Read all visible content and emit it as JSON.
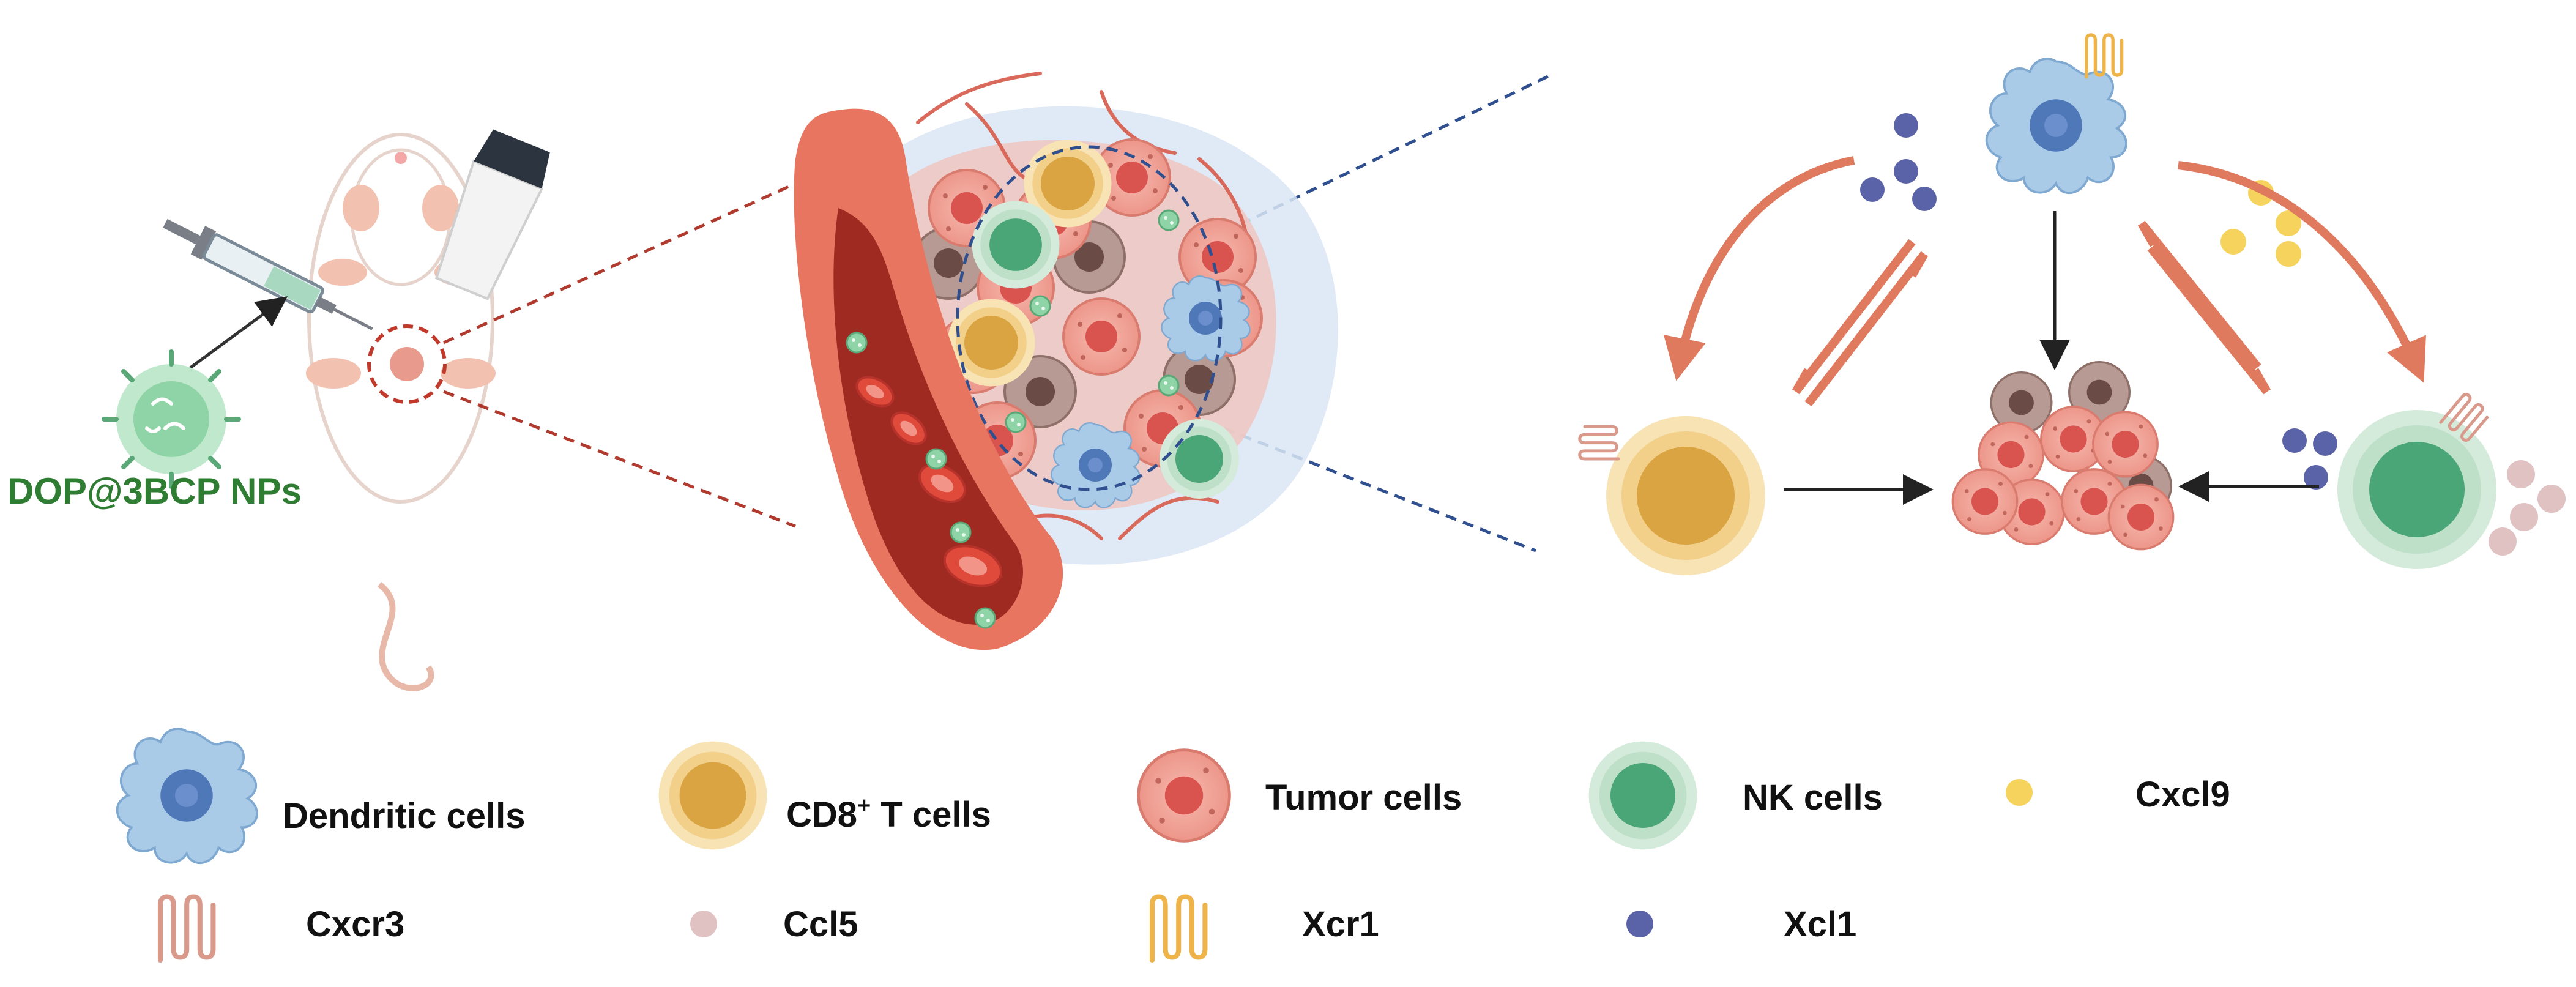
{
  "nanoparticle_label": "DOP@3BCP NPs",
  "legend": {
    "dendritic_cells": "Dendritic cells",
    "cd8_prefix": "CD8",
    "cd8_sup": "+",
    "cd8_suffix": " T cells",
    "tumor_cells": "Tumor cells",
    "nk_cells": "NK cells",
    "cxcl9": "Cxcl9",
    "cxcr3": "Cxcr3",
    "ccl5": "Ccl5",
    "xcr1": "Xcr1",
    "xcl1": "Xcl1"
  },
  "colors": {
    "dendritic": "#a9cbe8",
    "dendritic_nucleus": "#4f78b8",
    "cd8": "#f2c46b",
    "cd8_nucleus": "#d9a441",
    "tumor": "#f1a096",
    "tumor_nucleus": "#d9534f",
    "nk": "#bfe0c8",
    "nk_nucleus": "#4aa676",
    "cxcl9": "#f5d35c",
    "ccl5": "#e0c2c2",
    "xcl1": "#5b63a8",
    "receptor_cxcr3": "#d99a8c",
    "receptor_xcr1": "#eeb44a",
    "arrow": "#e07a5f",
    "nanoparticle": "#7ccf9a",
    "vessel": "#c0392b"
  }
}
